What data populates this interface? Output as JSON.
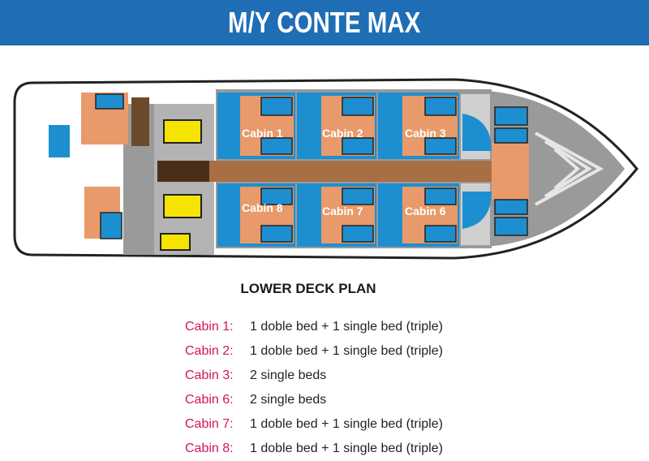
{
  "header": {
    "title": "M/Y CONTE MAX",
    "bg_color": "#1f6db5"
  },
  "plan": {
    "cabin_labels": [
      "Cabin 1",
      "Cabin 2",
      "Cabin 3",
      "Cabin 8",
      "Cabin 7",
      "Cabin 6"
    ],
    "colors": {
      "cabin_blue": "#1d8fd1",
      "wood": "#e89a6a",
      "corridor": "#a86f44",
      "grey": "#9a9a9a",
      "yellow": "#f5e400",
      "hull_outline": "#222222"
    }
  },
  "section_title": "LOWER DECK PLAN",
  "legend": [
    {
      "name": "Cabin 1:",
      "desc": "1 doble bed + 1 single bed (triple)"
    },
    {
      "name": "Cabin 2:",
      "desc": "1 doble bed + 1 single bed (triple)"
    },
    {
      "name": "Cabin 3:",
      "desc": "2 single beds"
    },
    {
      "name": "Cabin 6:",
      "desc": "2 single beds"
    },
    {
      "name": "Cabin 7:",
      "desc": "1 doble bed + 1 single bed (triple)"
    },
    {
      "name": "Cabin 8:",
      "desc": "1 doble bed + 1 single bed (triple)"
    }
  ]
}
